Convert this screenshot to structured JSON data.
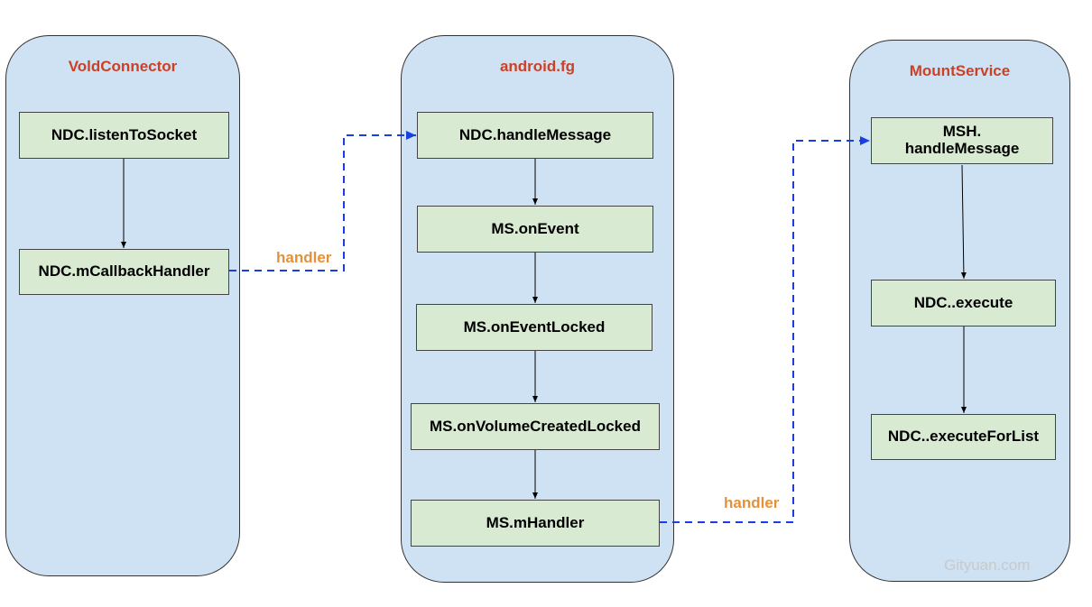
{
  "lanes": {
    "vold": {
      "title": "VoldConnector"
    },
    "fg": {
      "title": "android.fg"
    },
    "mount": {
      "title": "MountService"
    }
  },
  "nodes": {
    "listen_to_socket": "NDC.listenToSocket",
    "m_callback_handler": "NDC.mCallbackHandler",
    "handle_message": "NDC.handleMessage",
    "on_event": "MS.onEvent",
    "on_event_locked": "MS.onEventLocked",
    "on_volume_created_locked": "MS.onVolumeCreatedLocked",
    "m_handler": "MS.mHandler",
    "msh_handle_message": "MSH.\nhandleMessage",
    "execute": "NDC..execute",
    "execute_for_list": "NDC..executeForList"
  },
  "edges": {
    "handler_label_1": "handler",
    "handler_label_2": "handler"
  },
  "watermark": "Gityuan.com",
  "colors": {
    "lane_fill": "#cfe2f3",
    "node_fill": "#d9ead3",
    "lane_title": "#cc4125",
    "edge_label": "#e69138",
    "dashed_link": "#1a3fe0"
  }
}
